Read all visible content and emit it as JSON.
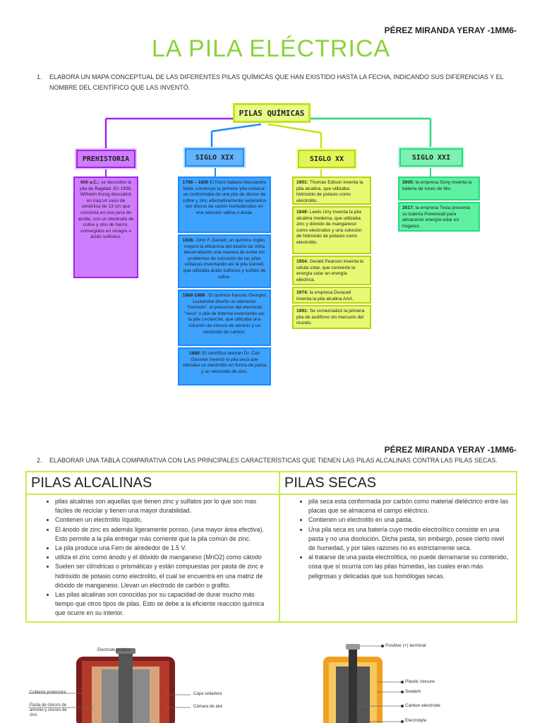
{
  "header": {
    "author": "PÉREZ MIRANDA YERAY -1MM6-",
    "title": "LA PILA ELÉCTRICA"
  },
  "q1": {
    "num": "1.",
    "text": "ELABORA UN MAPA CONCEPTUAL DE LAS DIFERENTES PILAS QUÍMICAS QUE HAN EXISTIDO HASTA LA FECHA, INDICANDO SUS DIFERENCIAS Y EL NOMBRE DEL CIENTÍFICO QUE LAS INVENTÓ."
  },
  "map": {
    "root": "PILAS QUÍMICAS",
    "branches": [
      {
        "label": "PREHISTORIA",
        "color": "#a020f0",
        "entries": [
          {
            "year": "600 a.C.:",
            "text": " se descubre la pila de Bagdad. En 1938, Wilhelm Konig descubrió en Iraq un vaso de cerámica de 13 cm que consistía en una jarra de arcilla, con un electrodo de cobre y otro de hierro, sumergidos en vinagre o ácido sulfúrico."
          }
        ]
      },
      {
        "label": "SIGLO XIX",
        "color": "#1a8cff",
        "entries": [
          {
            "year": "1798 – 1800",
            "text": " El físico italiano Alessandro Volta, construyó la primera 'pila voltaica', se conformaba de una pila de discos de cobre y zinc alternativamente separados por discos de cartón humedecidos en una solución salina o ácida."
          },
          {
            "year": "1836:",
            "text": " John F. Daniell, un químico inglés, mejoró la eficiencia del diseño de Volta desarrollando una manera de evitar los problemas de corrosión de las pilas voltaicas inventando así la pila Daniell, que utilizaba ácido sulfúrico y sulfato de cobre."
          },
          {
            "year": "1866-1868",
            "text": " : El químico francés Georges Leclanche diseñó un elemento \"húmedo\", el precursor del elemento \"seco\" o pila de linterna inventando así la pila Leclanché, que utilizaba una solución de cloruro de amonio y un electrodo de carbón."
          },
          {
            "year": "1888:",
            "text": " El científico alemán Dr. Carl Gassner inventó la pila seca que utilizaba un electrolito en forma de pasta y un electrodo de zinc."
          }
        ]
      },
      {
        "label": "SIGLO XX",
        "color": "#c8e21a",
        "entries": [
          {
            "year": "1901:",
            "text": " Thomas Edison inventa la pila alcalina, que utilizaba hidróxido de potasio como electrolito."
          },
          {
            "year": "1949:",
            "text": " Lewis Urry inventa la pila alcalina moderna, que utilizaba zinc y dióxido de manganeso como electrodos y una solución de hidróxido de potasio como electrolito."
          },
          {
            "year": "1954:",
            "text": " Gerald Pearson inventa la célula solar, que convierte la energía solar en energía eléctrica."
          },
          {
            "year": "1974:",
            "text": " la empresa Duracell inventa la pila alcalina AAA."
          },
          {
            "year": "1991:",
            "text": " Se comercializó la primera pila de audífono sin mercurio del mundo."
          }
        ]
      },
      {
        "label": "SIGLO XXI",
        "color": "#28d880",
        "entries": [
          {
            "year": "2005:",
            "text": " la empresa Sony inventa la batería de iones de litio."
          },
          {
            "year": "2017:",
            "text": " la empresa Tesla presenta su batería Powerwall para almacenar energía solar en hogares."
          }
        ]
      }
    ]
  },
  "q2": {
    "num": "2.",
    "text": "ELABORAR UNA TABLA COMPARATIVA CON LAS PRINCIPALES CARACTERÍSTICAS QUE TIENEN LAS PILAS ALCALINAS CONTRA LAS PILAS SECAS."
  },
  "table": {
    "col1": {
      "title": "PILAS ALCALINAS",
      "items": [
        "pilas alcalinas son aquellas que tienen zinc y sulfatos por lo que son mas fáciles de reciclar y tienen una mayor durabilidad.",
        "Contienen un electrolito líquido,",
        "El ánodo de zinc es además ligeramente poroso, (una mayor área efectiva). Esto permite a la pila entregar más corriente que la pila común de zinc.",
        "La pila produce una Fem de alrededor de 1.5 V.",
        "utiliza el zinc como ánodo y el dióxido de manganeso (MnO2) como cátodo",
        "Suelen ser cilíndricas o prismáticas y están compuestas por pasta de zinc e hidróxido de potasio como electrolito, el cual se encuentra en una matriz de dióxido de manganeso. Llevan un electrodo de carbón o grafito.",
        "Las pilas alcalinas son conocidas por su capacidad de durar mucho más tiempo que otros tipos de pilas. Esto se debe a la eficiente reacción química que ocurre en su interior."
      ]
    },
    "col2": {
      "title": "PILAS SECAS",
      "items": [
        "pila seca esta conformada por carbón como material dieléctrico entre las placas que se almacena el campo eléctrico.",
        "Contienen un electrolito en una pasta.",
        "Una pila seca es una batería cuyo medio electrolítico consiste en una pasta y no una disolución. Dicha pasta, sin embargo, posee cierto nivel de humedad, y por tales razones no es estrictamente seca.",
        "al tratarse de una pasta electrolítica, no puede derramarse su contenido, cosa que sí ocurría con las pilas húmedas, las cuales eran más peligrosas y delicadas que sus homólogas secas."
      ]
    }
  },
  "illus1": {
    "labels": [
      "Electrodo positivo",
      "Cubierta protectora",
      "Pasta de cloruro de amonio y cloruro de zinc",
      "Capa selladora",
      "Cámara de aire"
    ]
  },
  "illus2": {
    "labels": [
      "Positive (+) terminal",
      "Plastic closure",
      "Sealant",
      "Carbon electrode",
      "Electrolyte"
    ]
  }
}
